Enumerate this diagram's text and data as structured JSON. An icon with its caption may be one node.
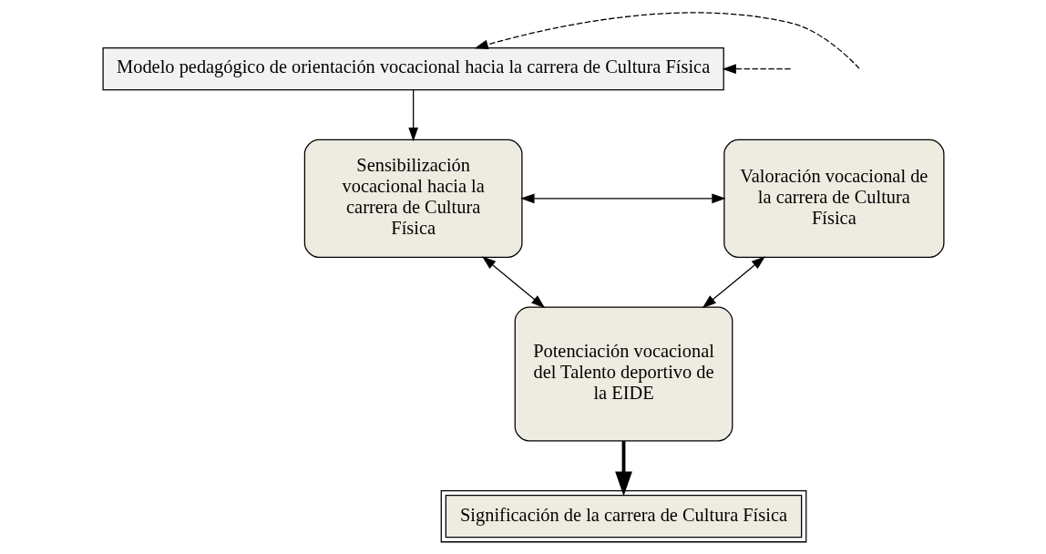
{
  "diagram": {
    "nodes": [
      {
        "text": [
          "Modelo pedagógico de orientación vocacional hacia la carrera de Cultura Física"
        ]
      },
      {
        "text": [
          "Sensibilización vocacional hacia la carrera de Cultura Física"
        ]
      },
      {
        "text": [
          "Valoración vocacional de la carrera de Cultura Física"
        ]
      },
      {
        "text": [
          "Potenciación vocacional del Talento deportivo de la EIDE"
        ]
      },
      {
        "text": [
          "Significación de la carrera de Cultura Física"
        ]
      }
    ],
    "edges": [
      {
        "from": 0,
        "to": 1,
        "arrow": "to"
      },
      {
        "from": 1,
        "to": 2,
        "arrow": "both"
      },
      {
        "from": 1,
        "to": 3,
        "arrow": "both"
      },
      {
        "from": 2,
        "to": 3,
        "arrow": "both"
      },
      {
        "from": 3,
        "to": 4,
        "arrow": "to",
        "style": "thick"
      },
      {
        "from": null,
        "to": 0,
        "arrow": "to",
        "style": "dashed"
      },
      {
        "from": null,
        "to": 0,
        "arrow": "to",
        "style": "dashed"
      }
    ]
  }
}
